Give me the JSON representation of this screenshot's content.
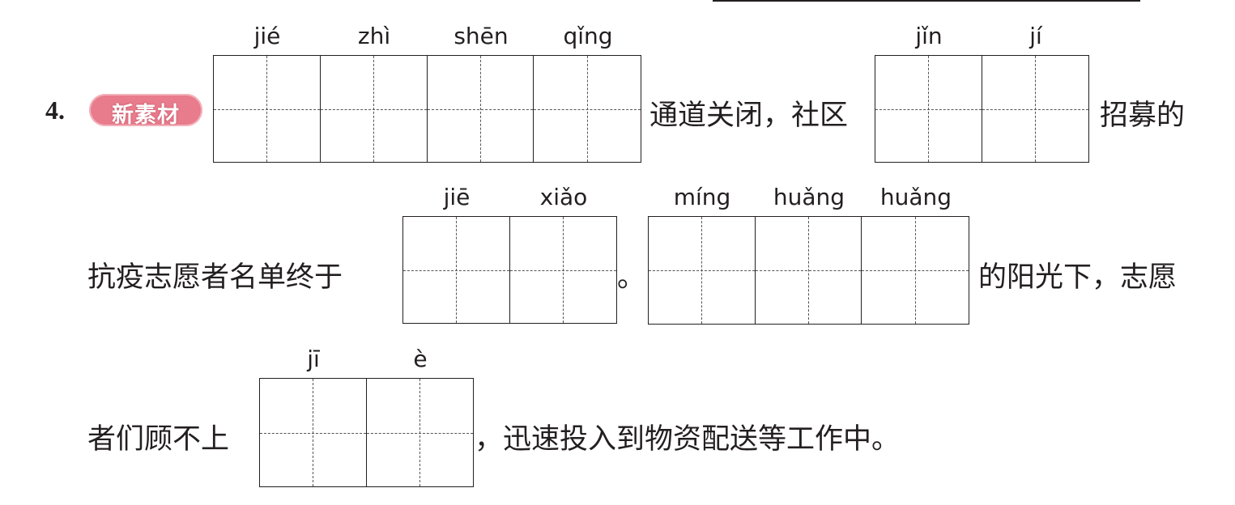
{
  "question": {
    "number": "4.",
    "badge": "新素材"
  },
  "line1": {
    "group1_pinyin": [
      "jié",
      "zhì",
      "shēn",
      "qǐng"
    ],
    "text_a": "通道关闭，社区",
    "group2_pinyin": [
      "jǐn",
      "jí"
    ],
    "text_b": "招募的"
  },
  "line2": {
    "text_a": "抗疫志愿者名单终于",
    "group1_pinyin": [
      "jiē",
      "xiǎo"
    ],
    "text_b": "。",
    "group2_pinyin": [
      "míng",
      "huǎng",
      "huǎng"
    ],
    "text_c": "的阳光下，志愿"
  },
  "line3": {
    "text_a": "者们顾不上",
    "group1_pinyin": [
      "jī",
      "è"
    ],
    "text_b": "，迅速投入到物资配送等工作中。"
  }
}
